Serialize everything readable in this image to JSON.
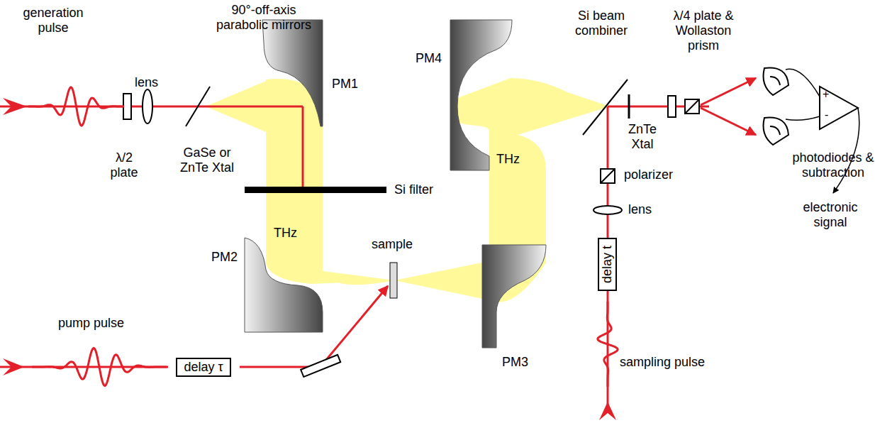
{
  "diagram": {
    "nodes": [
      {
        "text": [
          "delay τ"
        ]
      },
      {
        "text": [
          "delay t"
        ]
      }
    ],
    "labels": [
      "generation pulse",
      "λ/2 plate",
      "lens",
      "GaSe or ZnTe Xtal",
      "90°-off-axis parabolic mirrors",
      "PM1",
      "Si filter",
      "THz",
      "PM2",
      "pump pulse",
      "sample",
      "PM4",
      "THz",
      "PM3",
      "Si beam combiner",
      "ZnTe Xtal",
      "λ/4 plate & Wollaston prism",
      "+",
      "-",
      "photodiodes & subtraction",
      "electronic signal",
      "polarizer",
      "lens",
      "sampling pulse"
    ]
  }
}
